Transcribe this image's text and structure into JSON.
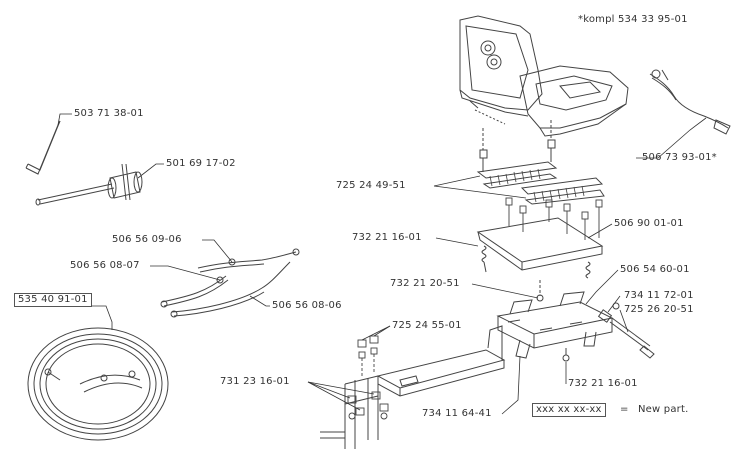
{
  "header_note": "*kompl 534 33 95-01",
  "part_labels": {
    "l_hex_key": "503 71 38-01",
    "l_socket_wrench": "501 69 17-02",
    "l_cable_a": "506 56 09-06",
    "l_cable_b": "506 56 08-07",
    "l_cable_c": "506 56 08-06",
    "l_harness_kit": "535 40 91-01",
    "l_seat_cable": "506 73 93-01*",
    "l_rails": "725 24 49-51",
    "l_plate_screw": "732 21 16-01",
    "l_plate_right": "506 90 01-01",
    "l_screw_b": "732 21 20-51",
    "l_bracket": "506 54 60-01",
    "l_bolt_a": "734 11 72-01",
    "l_bolt_b": "725 26 20-51",
    "l_nut_upper": "725 24 55-01",
    "l_screw_lower": "731 23 16-01",
    "l_screw_bottom": "732 21 16-01",
    "l_nut_bottom": "734 11 64-41"
  },
  "legend": {
    "code": "xxx xx xx-xx",
    "equals": "=",
    "meaning": "New part."
  }
}
